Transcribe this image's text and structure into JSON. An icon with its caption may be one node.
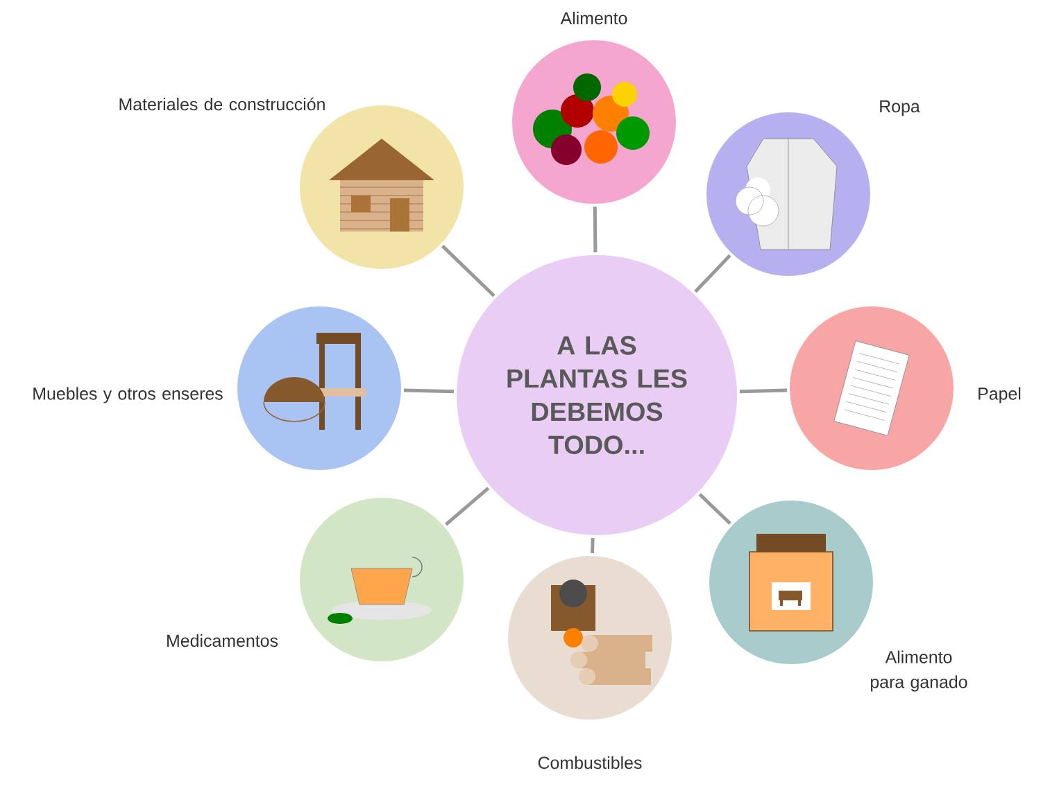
{
  "diagram": {
    "nodes": [
      {
        "text": [
          "A LAS PLANTAS LES DEBEMOS TODO..."
        ]
      },
      {
        "text": [],
        "shape": "circle",
        "beside": [
          "Alimento"
        ]
      },
      {
        "text": [],
        "shape": "circle",
        "beside": [
          "Ropa"
        ]
      },
      {
        "text": [],
        "shape": "circle",
        "beside": [
          "Papel"
        ]
      },
      {
        "text": [],
        "shape": "circle",
        "beside": [
          "Alimento para ganado"
        ]
      },
      {
        "text": [],
        "shape": "circle",
        "beside": [
          "Combustibles"
        ]
      },
      {
        "text": [],
        "shape": "circle",
        "beside": [
          "Medicamentos"
        ]
      },
      {
        "text": [],
        "shape": "circle",
        "beside": [
          "Muebles y otros enseres"
        ]
      },
      {
        "text": [],
        "shape": "circle",
        "beside": [
          "Materiales de construcción"
        ]
      }
    ],
    "edges": [
      {
        "from": 0,
        "to": 1,
        "arrow": "none"
      },
      {
        "from": 0,
        "to": 2,
        "arrow": "none"
      },
      {
        "from": 0,
        "to": 3,
        "arrow": "none"
      },
      {
        "from": 0,
        "to": 4,
        "arrow": "none"
      },
      {
        "from": 0,
        "to": 5,
        "arrow": "none"
      },
      {
        "from": 0,
        "to": 6,
        "arrow": "none"
      },
      {
        "from": 0,
        "to": 7,
        "arrow": "none"
      },
      {
        "from": 0,
        "to": 8,
        "arrow": "none"
      }
    ]
  }
}
